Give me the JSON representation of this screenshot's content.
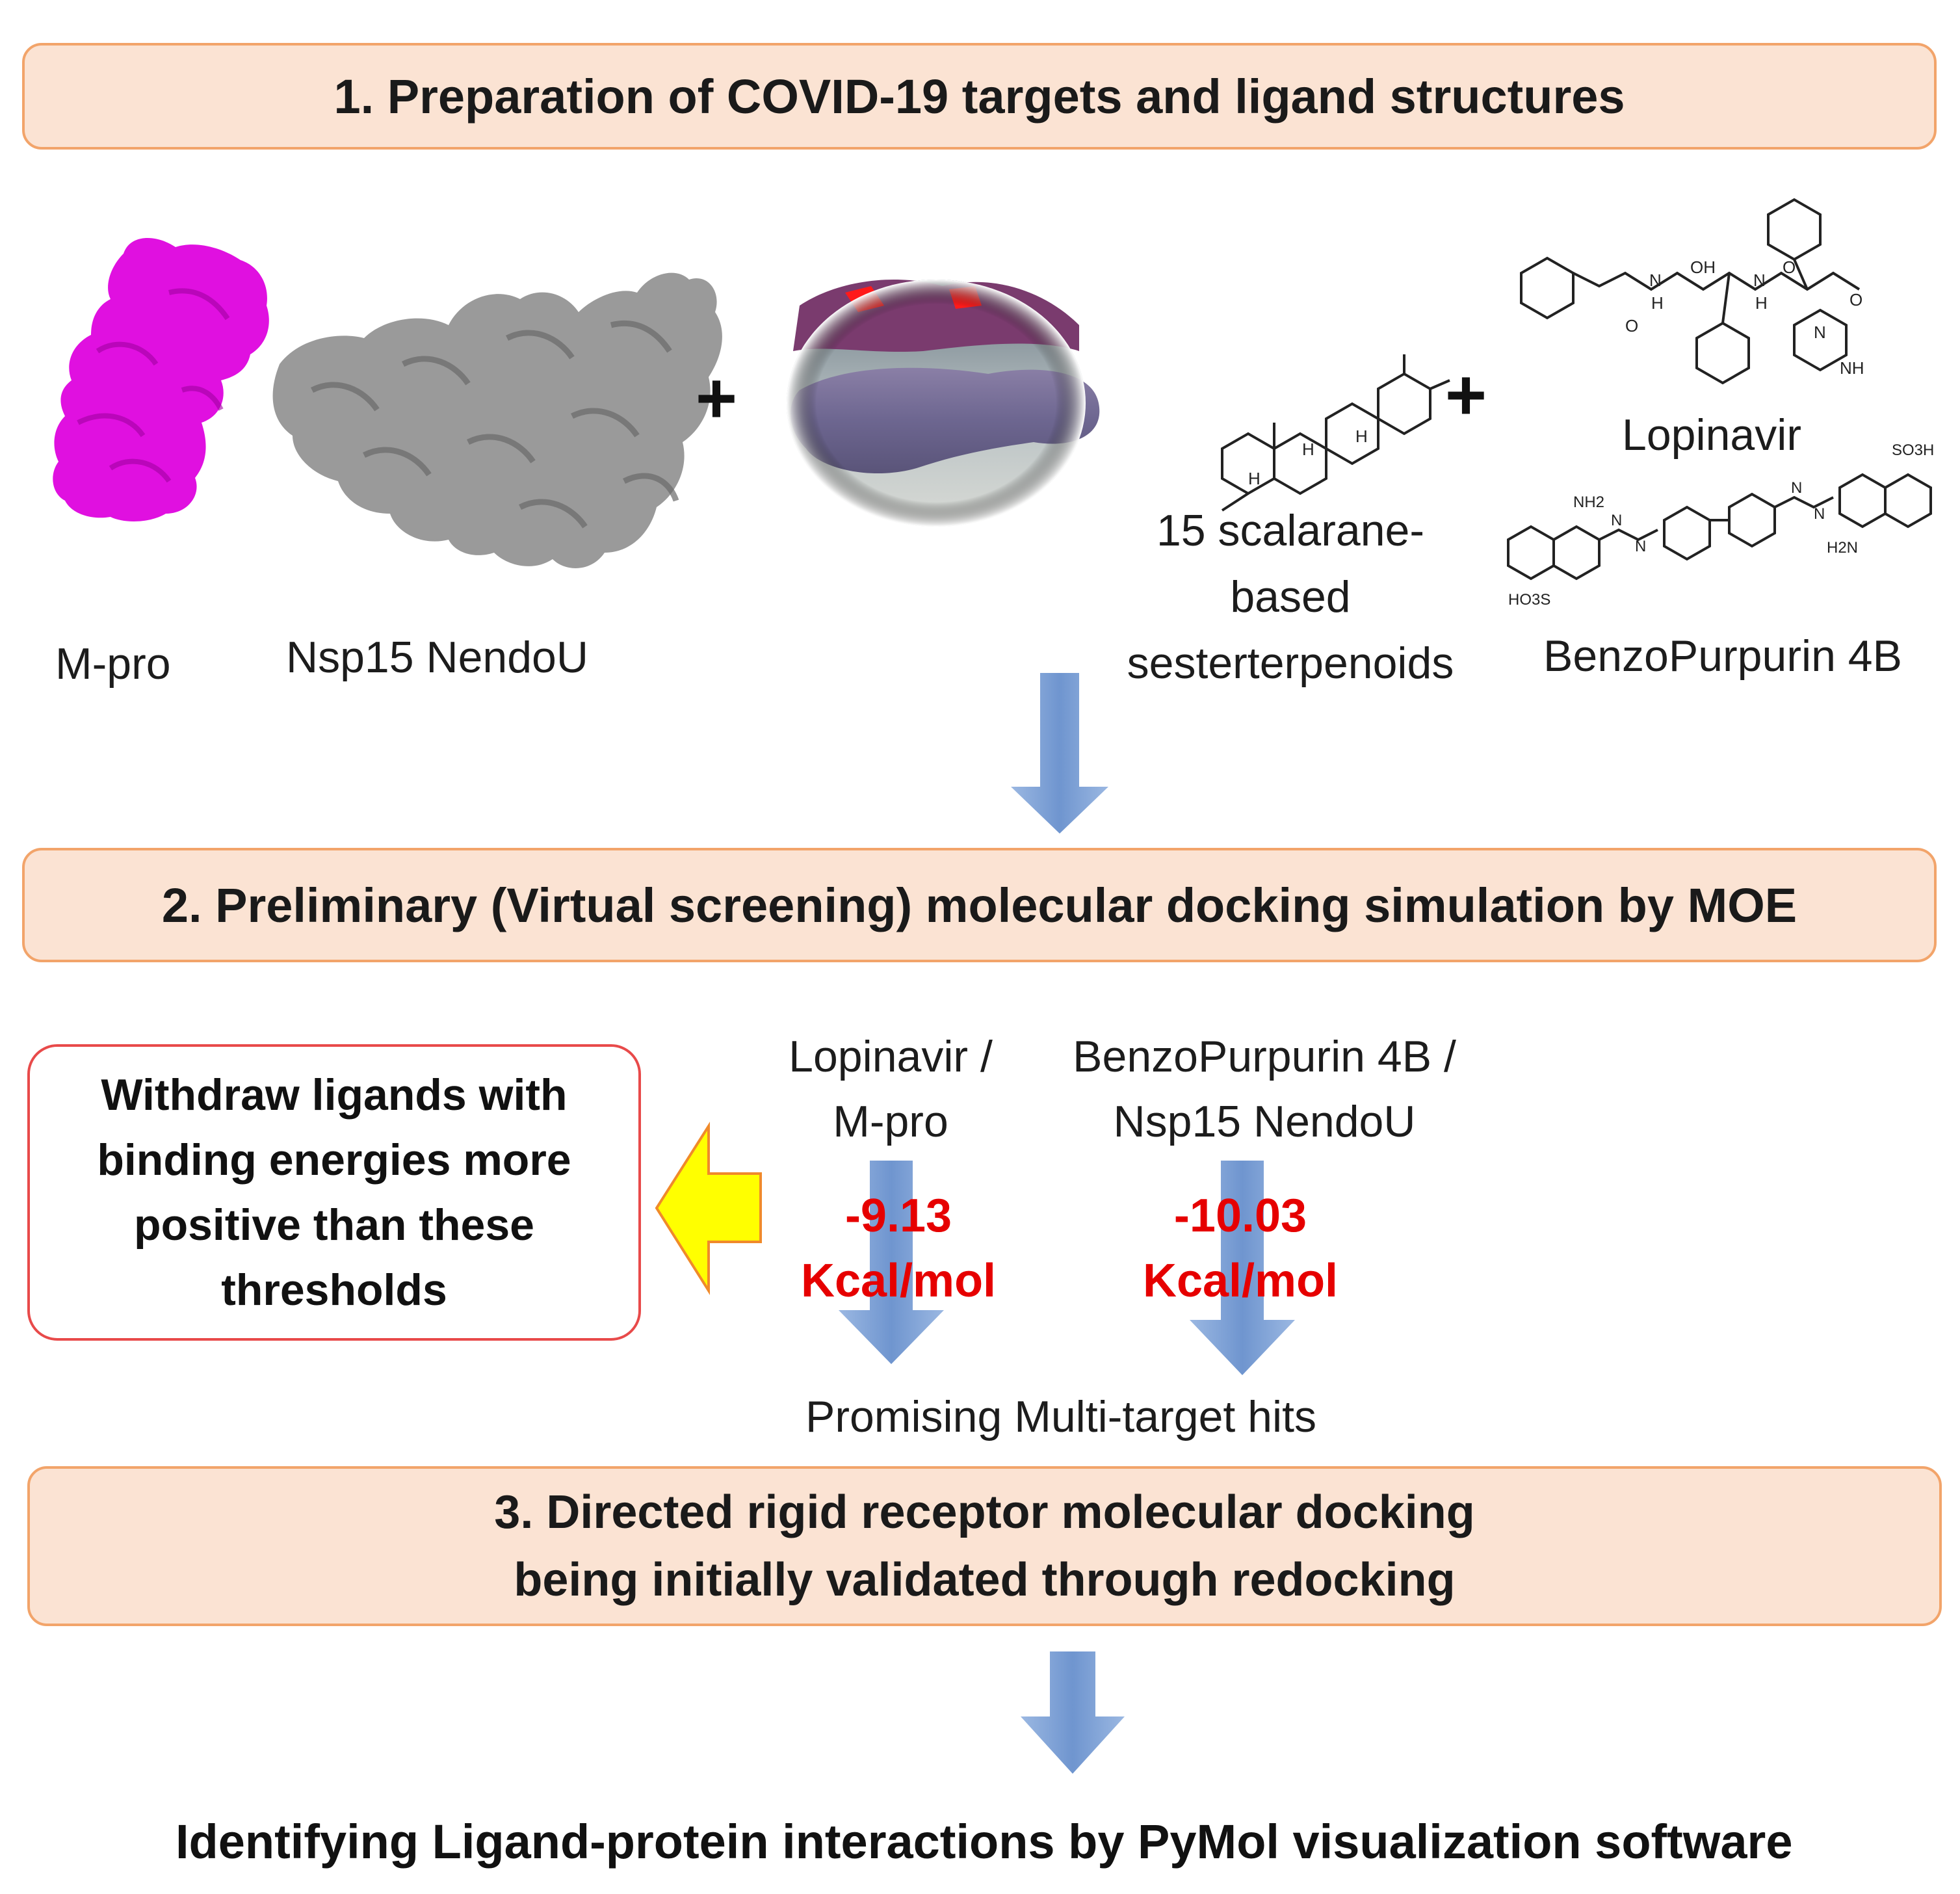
{
  "steps": {
    "step1": "1. Preparation of COVID-19 targets and ligand structures",
    "step2": "2. Preliminary (Virtual screening) molecular docking simulation by MOE",
    "step3_line1": "3. Directed rigid receptor molecular docking",
    "step3_line2": "being initially validated through redocking"
  },
  "targets": {
    "mpro_label": "M-pro",
    "nsp15_label": "Nsp15 NendoU"
  },
  "plus_sign": "+",
  "scalarane": {
    "line1": "15 scalarane-",
    "line2": "based",
    "line3": "sesterterpenoids",
    "atom_labels": [
      "H",
      "H",
      "H"
    ]
  },
  "reference_ligands": {
    "lopinavir": "Lopinavir",
    "benzopurpurin": "BenzoPurpurin 4B",
    "lopinavir_atoms": [
      "OH",
      "O",
      "O",
      "N",
      "H",
      "N",
      "H",
      "N",
      "O",
      "NH"
    ],
    "benzopurpurin_atoms": [
      "NH2",
      "SO3H",
      "H2N",
      "HO3S",
      "N",
      "N",
      "N",
      "N"
    ]
  },
  "thresholds": {
    "pair1_line1": "Lopinavir /",
    "pair1_line2": "M-pro",
    "pair1_value": "-9.13",
    "pair1_unit": "Kcal/mol",
    "pair2_line1": "BenzoPurpurin 4B /",
    "pair2_line2": "Nsp15 NendoU",
    "pair2_value": "-10.03",
    "pair2_unit": "Kcal/mol"
  },
  "withdraw_box": {
    "line1": "Withdraw ligands with",
    "line2": "binding energies more",
    "line3": "positive than these",
    "line4": "thresholds"
  },
  "hits_label": "Promising Multi-target hits",
  "final_step": "Identifying Ligand-protein interactions by PyMol visualization software",
  "colors": {
    "banner_fill": "#fbe3d3",
    "banner_border": "#f2a46a",
    "arrow_blue": "#7fa3d6",
    "energy_red": "#e60000",
    "withdraw_border": "#e84a4a",
    "withdraw_arrow": "#ffff00",
    "mpro": "#e010e0",
    "nsp15": "#909090"
  }
}
